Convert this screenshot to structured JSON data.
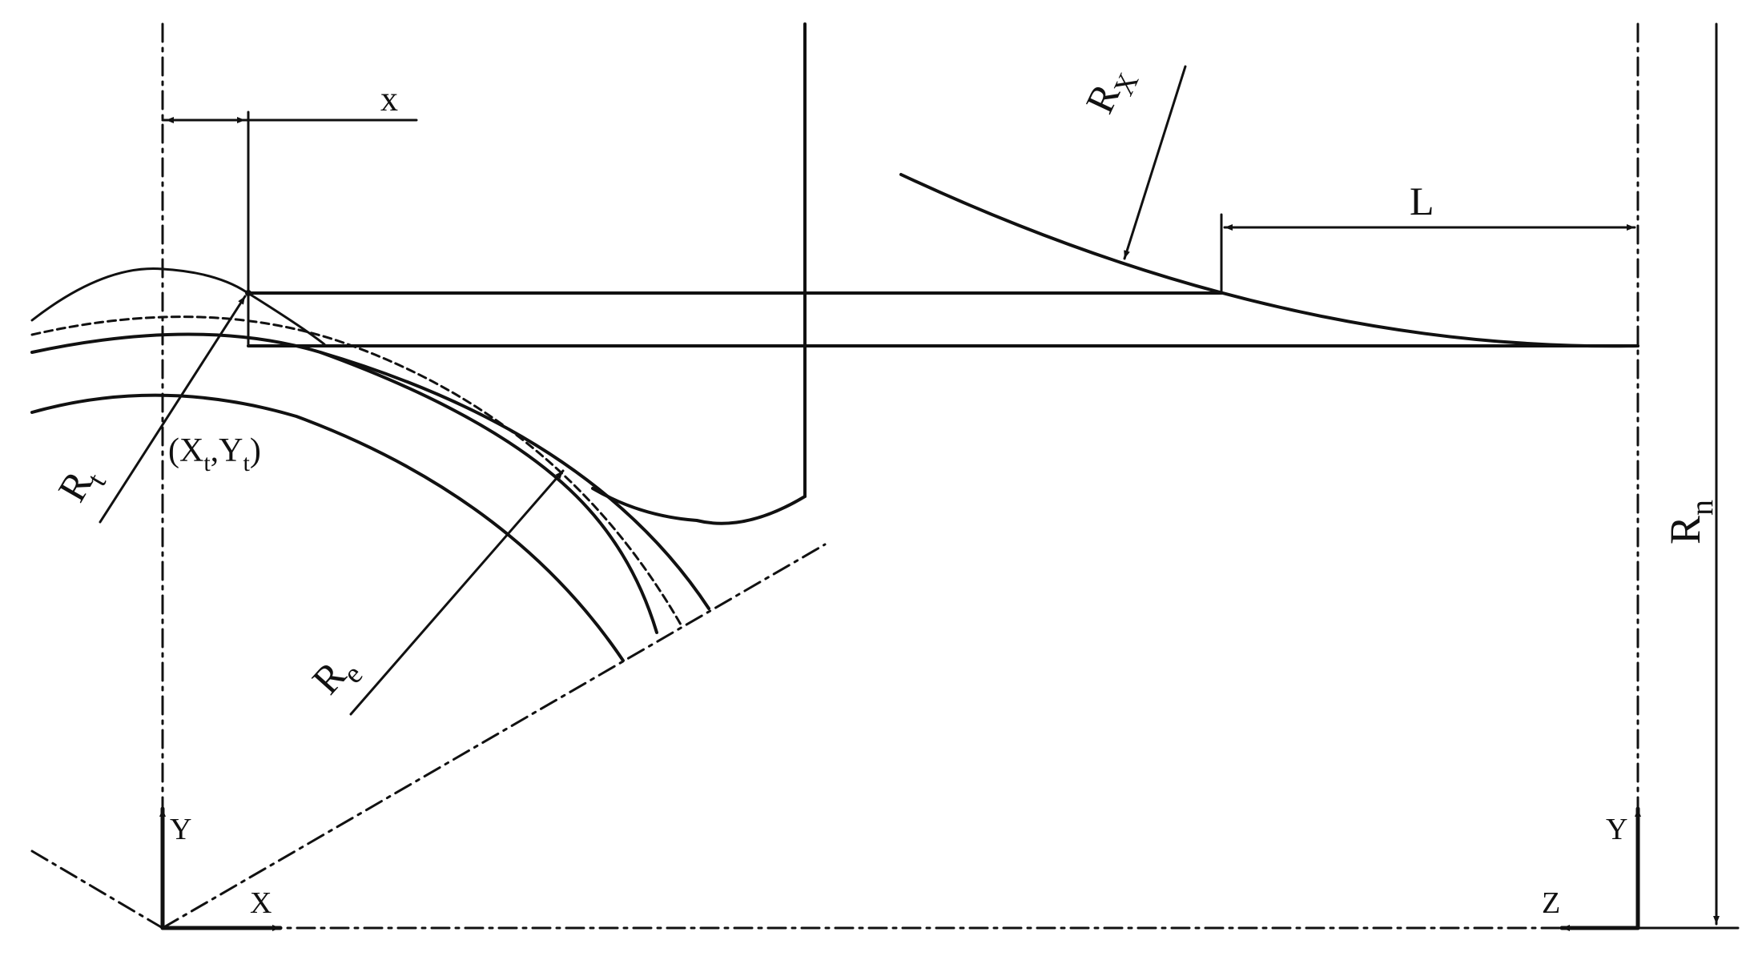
{
  "colors": {
    "ink": "#111111",
    "background": "#ffffff"
  },
  "labels": {
    "x_dim": "x",
    "rx_main": "R",
    "rx_sub": "X",
    "L": "L",
    "rt_main": "R",
    "rt_sub": "t",
    "point_open": "(X",
    "point_t1": "t",
    "point_comma": ",Y",
    "point_t2": "t",
    "point_close": ")",
    "re_main": "R",
    "re_sub": "e",
    "rn_main": "R",
    "rn_sub": "n",
    "axis_y_left": "Y",
    "axis_x": "X",
    "axis_z": "Z",
    "axis_y_right": "Y"
  }
}
